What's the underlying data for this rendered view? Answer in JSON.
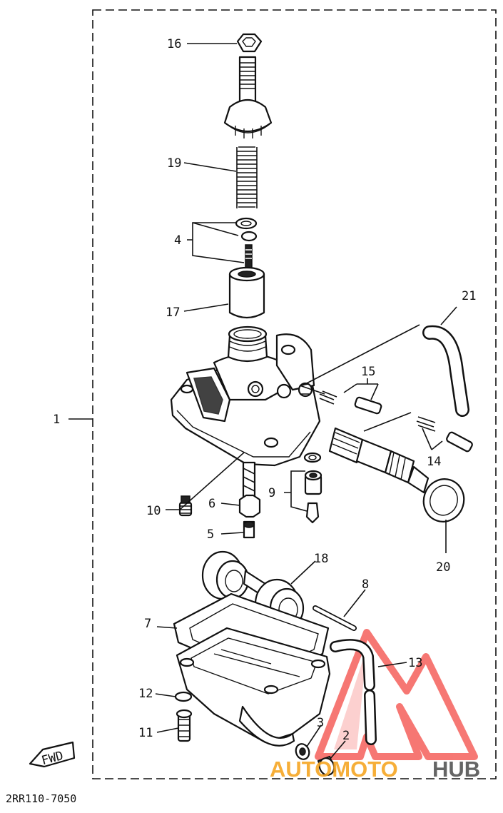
{
  "diagram": {
    "drawing_code": "2RR110-7050",
    "fwd_label": "FWD",
    "callouts": {
      "c1": "1",
      "c2": "2",
      "c3": "3",
      "c4": "4",
      "c5": "5",
      "c6": "6",
      "c7": "7",
      "c8": "8",
      "c9": "9",
      "c10": "10",
      "c11": "11",
      "c12": "12",
      "c13": "13",
      "c14": "14",
      "c15": "15",
      "c16": "16",
      "c17": "17",
      "c18": "18",
      "c19": "19",
      "c20": "20",
      "c21": "21"
    }
  },
  "watermark": {
    "brand_left": "AUTOMOTO",
    "brand_right": "HUB",
    "accent_color": "#f4524d",
    "secondary_color": "#f6a623",
    "dark_color": "#555555"
  }
}
